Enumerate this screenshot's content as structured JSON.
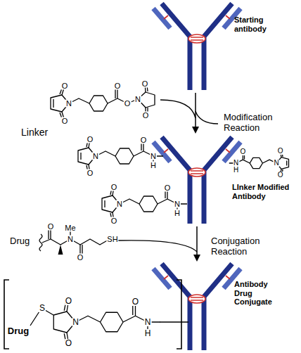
{
  "diagram": {
    "labels": [
      "Starting antibody",
      "Linker",
      "O",
      "N",
      "O",
      "O",
      "O",
      "N",
      "O",
      "O",
      "Modification Reaction",
      "LInker Modified Antibody",
      "O",
      "N",
      "O",
      "O",
      "N",
      "H",
      "O",
      "N",
      "O",
      "O",
      "N",
      "H",
      "O",
      "N",
      "O",
      "O",
      "N",
      "H",
      "Drug",
      "O",
      "N",
      "Me",
      "O",
      "SH",
      "Conjugation Reaction",
      "Antibody Drug Conjugate",
      "Drug",
      "S",
      "O",
      "N",
      "O",
      "O",
      "N",
      "H"
    ]
  }
}
